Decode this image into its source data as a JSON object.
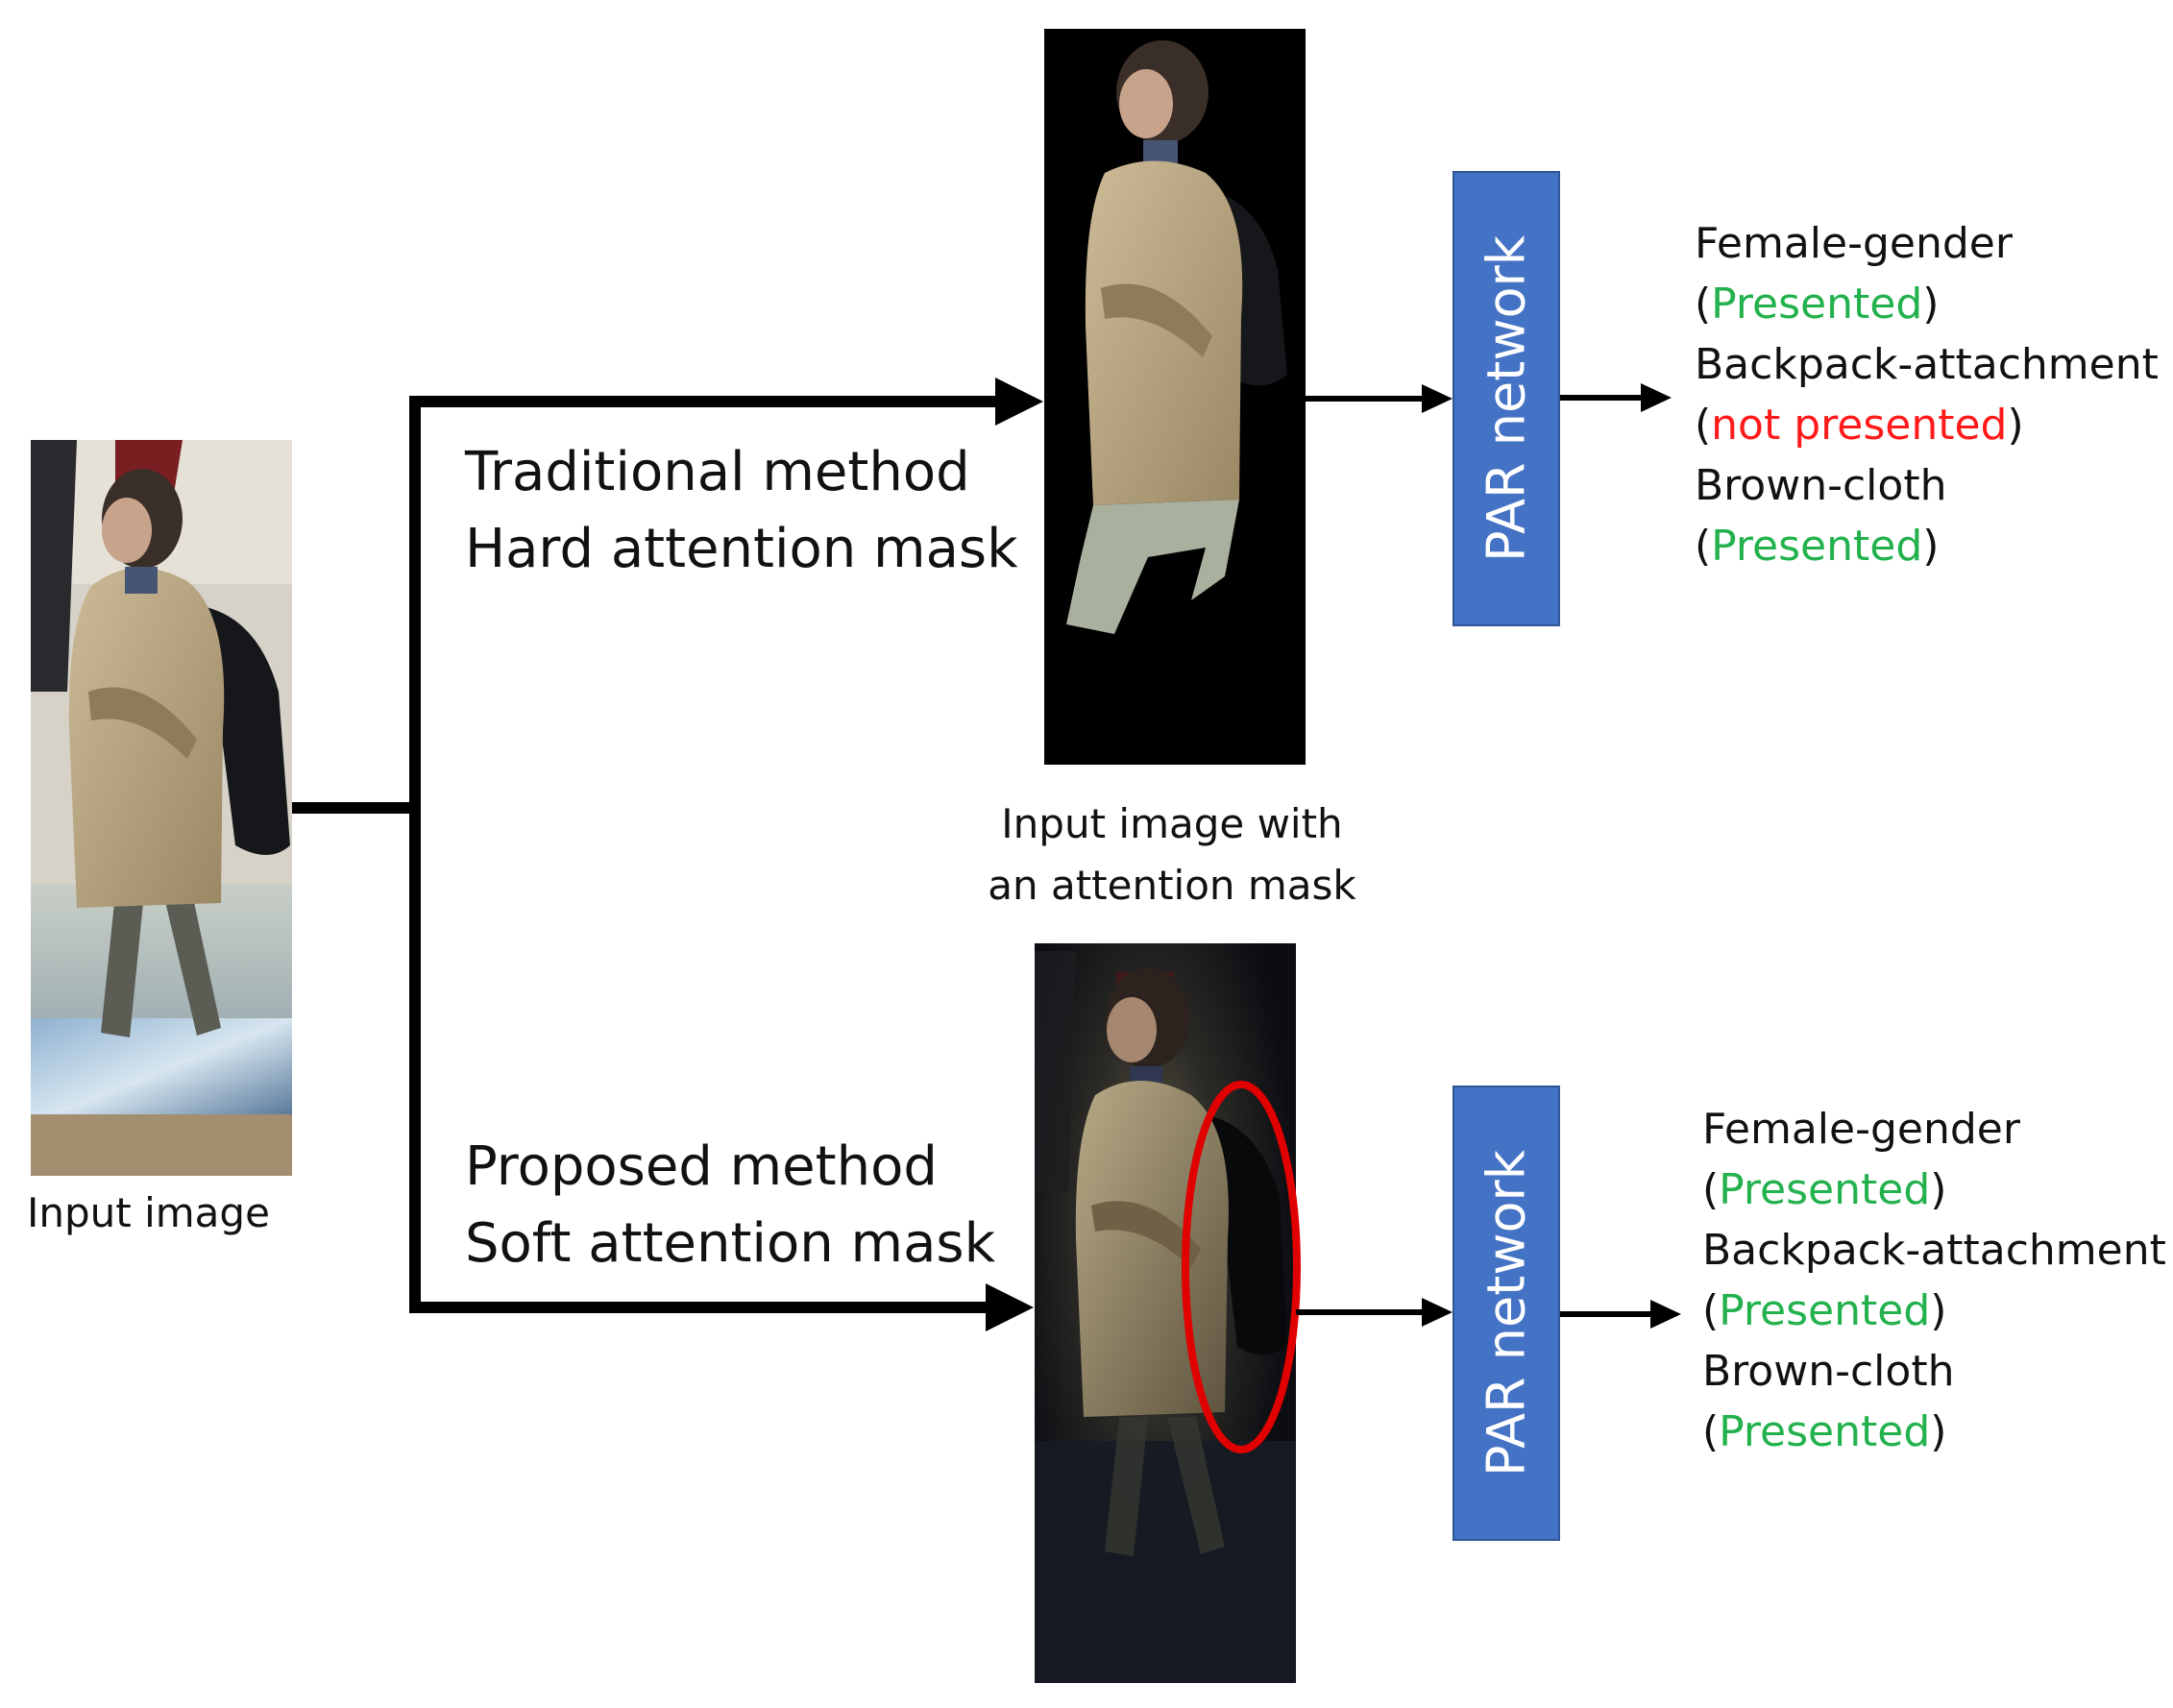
{
  "input": {
    "caption": "Input image"
  },
  "traditional": {
    "line1": "Traditional method",
    "line2": "Hard attention mask"
  },
  "proposed": {
    "line1": "Proposed method",
    "line2": "Soft attention mask"
  },
  "masked_caption": {
    "line1": "Input image with",
    "line2": "an attention mask"
  },
  "network": {
    "label": "PAR network",
    "color": "#4472C4"
  },
  "top_results": [
    {
      "attribute": "Female-gender",
      "status": "Presented",
      "present": true
    },
    {
      "attribute": "Backpack-attachment",
      "status": "not presented",
      "present": false
    },
    {
      "attribute": "Brown-cloth",
      "status": "Presented",
      "present": true
    }
  ],
  "bottom_results": [
    {
      "attribute": "Female-gender",
      "status": "Presented",
      "present": true
    },
    {
      "attribute": "Backpack-attachment",
      "status": "Presented",
      "present": true
    },
    {
      "attribute": "Brown-cloth",
      "status": "Presented",
      "present": true
    }
  ],
  "colors": {
    "presented": "#22b14c",
    "not_presented": "#ff1a1a",
    "highlight_ellipse": "#e00000"
  }
}
